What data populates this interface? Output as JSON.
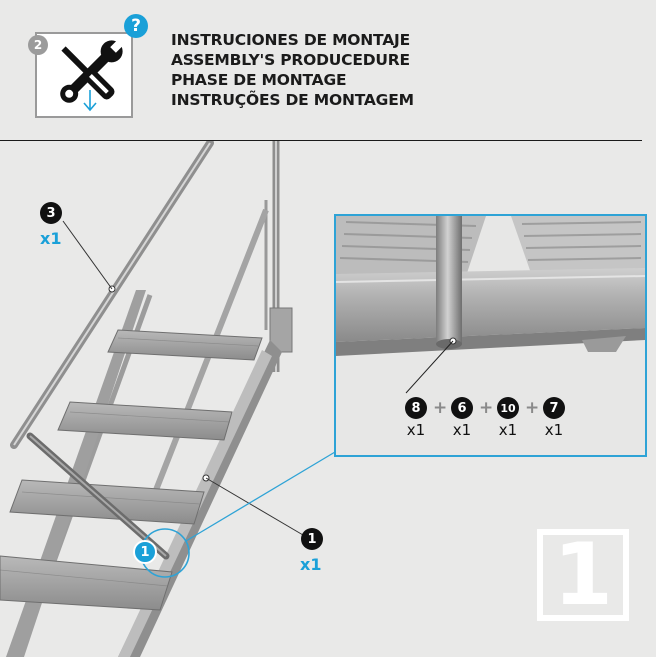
{
  "header": {
    "icon_number": "2",
    "help_glyph": "?",
    "titles": [
      "INSTRUCIONES DE MONTAJE",
      "ASSEMBLY'S PRODUCEDURE",
      "PHASE DE MONTAGE",
      "INSTRUÇÕES DE MONTAGEM"
    ]
  },
  "parts": {
    "handrail": {
      "number": "3",
      "qty": "x1"
    },
    "stair": {
      "number": "1",
      "qty": "x1"
    },
    "callout": {
      "number": "1"
    }
  },
  "zoom": {
    "formula": [
      {
        "number": "8",
        "qty": "x1"
      },
      {
        "number": "6",
        "qty": "x1"
      },
      {
        "number": "10",
        "qty": "x1"
      },
      {
        "number": "7",
        "qty": "x1"
      }
    ],
    "plus": "+"
  },
  "step": "1",
  "colors": {
    "accent": "#1aa0d8",
    "badge": "#111111"
  }
}
